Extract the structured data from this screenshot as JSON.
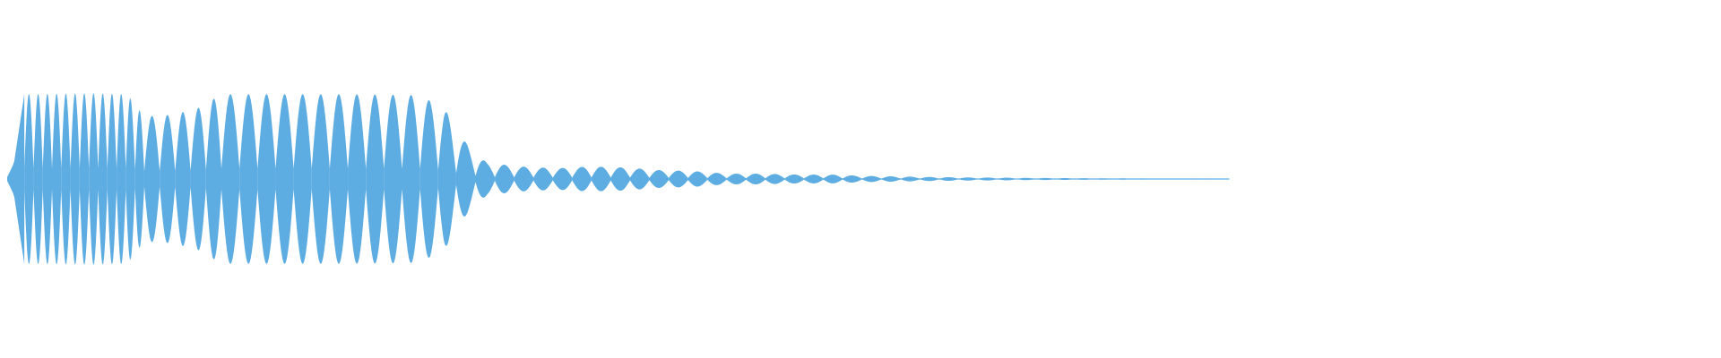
{
  "waveform": {
    "color": "#5DADE2",
    "center_line_color": "#5DADE2",
    "envelope": [
      {
        "t": 0.0,
        "a": 0.02
      },
      {
        "t": 0.004,
        "a": 0.18
      },
      {
        "t": 0.01,
        "a": 0.95
      },
      {
        "t": 0.05,
        "a": 0.96
      },
      {
        "t": 0.07,
        "a": 0.95
      },
      {
        "t": 0.08,
        "a": 0.7
      },
      {
        "t": 0.095,
        "a": 0.72
      },
      {
        "t": 0.11,
        "a": 0.78
      },
      {
        "t": 0.125,
        "a": 0.95
      },
      {
        "t": 0.2,
        "a": 0.95
      },
      {
        "t": 0.24,
        "a": 0.94
      },
      {
        "t": 0.255,
        "a": 0.8
      },
      {
        "t": 0.262,
        "a": 0.55
      },
      {
        "t": 0.27,
        "a": 0.35
      },
      {
        "t": 0.28,
        "a": 0.18
      },
      {
        "t": 0.29,
        "a": 0.16
      },
      {
        "t": 0.3,
        "a": 0.14
      },
      {
        "t": 0.32,
        "a": 0.12
      },
      {
        "t": 0.34,
        "a": 0.14
      },
      {
        "t": 0.36,
        "a": 0.13
      },
      {
        "t": 0.38,
        "a": 0.1
      },
      {
        "t": 0.4,
        "a": 0.09
      },
      {
        "t": 0.42,
        "a": 0.06
      },
      {
        "t": 0.44,
        "a": 0.06
      },
      {
        "t": 0.46,
        "a": 0.05
      },
      {
        "t": 0.48,
        "a": 0.05
      },
      {
        "t": 0.5,
        "a": 0.035
      },
      {
        "t": 0.53,
        "a": 0.025
      },
      {
        "t": 0.56,
        "a": 0.018
      },
      {
        "t": 0.6,
        "a": 0.012
      },
      {
        "t": 0.64,
        "a": 0.008
      },
      {
        "t": 0.68,
        "a": 0.006
      },
      {
        "t": 0.713,
        "a": 0.004
      }
    ],
    "cycles": [
      {
        "start": 0.01,
        "end": 0.08,
        "count": 13
      },
      {
        "start": 0.08,
        "end": 0.125,
        "count": 5
      },
      {
        "start": 0.125,
        "end": 0.262,
        "count": 13
      },
      {
        "start": 0.262,
        "end": 0.713,
        "count": 40
      }
    ]
  }
}
